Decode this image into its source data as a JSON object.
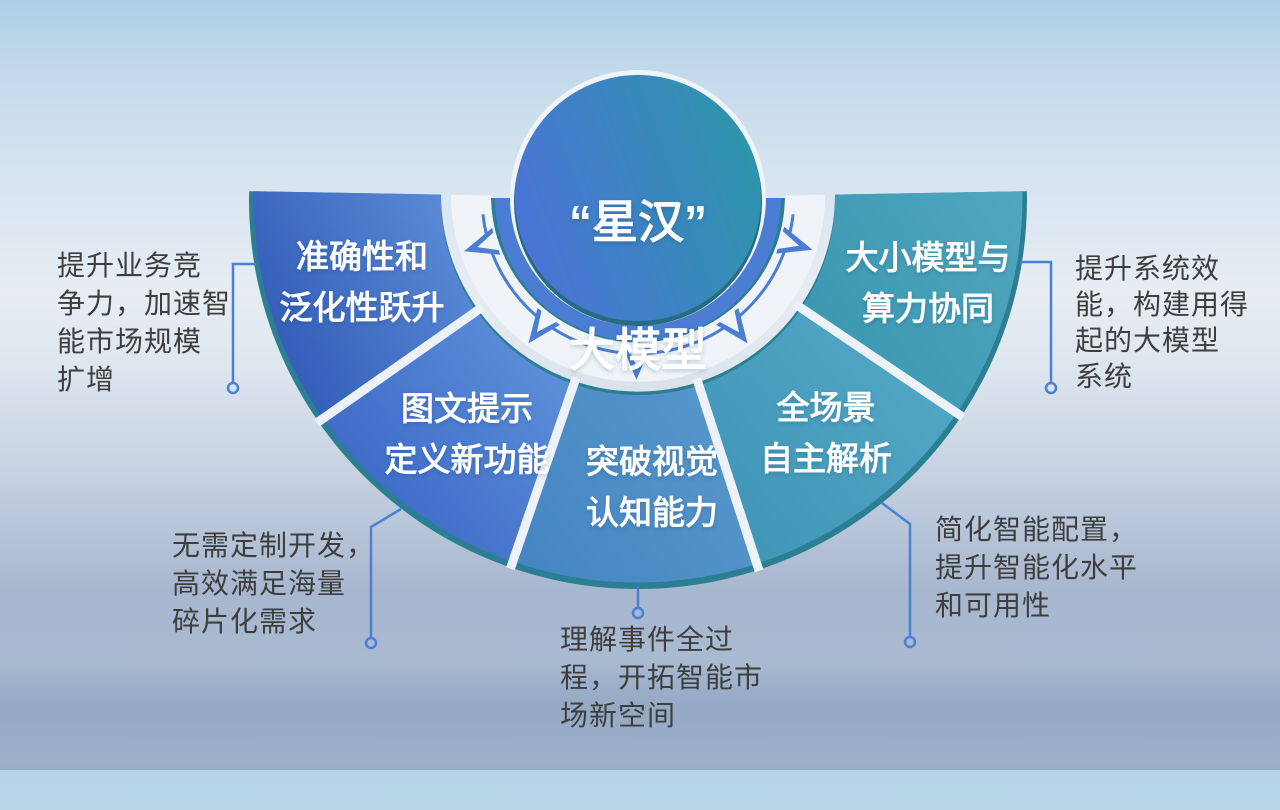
{
  "title": {
    "line1": "“星汉”",
    "line2": "大模型"
  },
  "segments": [
    {
      "label": "准确性和\n泛化性跃升"
    },
    {
      "label": "图文提示\n定义新功能"
    },
    {
      "label": "突破视觉\n认知能力"
    },
    {
      "label": "全场景\n自主解析"
    },
    {
      "label": "大小模型与\n算力协同"
    }
  ],
  "annotations": {
    "left": "提升业务竞\n争力，加速智\n能市场规模\n扩增",
    "bottom_left": "无需定制开发，\n高效满足海量\n碎片化需求",
    "bottom_middle": "理解事件全过\n程，开拓智能市\n场新空间",
    "bottom_right": "简化智能配置，\n提升智能化水平\n和可用性",
    "right": "提升系统效\n能，构建用得\n起的大模型\n系统"
  },
  "palette": {
    "fan_rim_teal": "#2c7e93",
    "circle_shadow_teal": "#266d82",
    "ring_white": "#f0f4f9",
    "separator_white": "#edf2f8",
    "band_blue": "#4b7dd2",
    "arrow_blue": "#4b7dd2",
    "connector_blue": "#4a80d6",
    "circle_gradient": [
      "#4b73d8",
      "#2e95ab"
    ],
    "segment_gradients": [
      [
        "#2d55b2",
        "#5f90da"
      ],
      [
        "#3560c2",
        "#6295dc"
      ],
      [
        "#4485c2",
        "#5898cc"
      ],
      [
        "#3d93b5",
        "#54a8c6"
      ],
      [
        "#3795ae",
        "#50a6bf"
      ]
    ],
    "label_text": "#ffffff",
    "annotation_text": "#3e3e3e"
  }
}
